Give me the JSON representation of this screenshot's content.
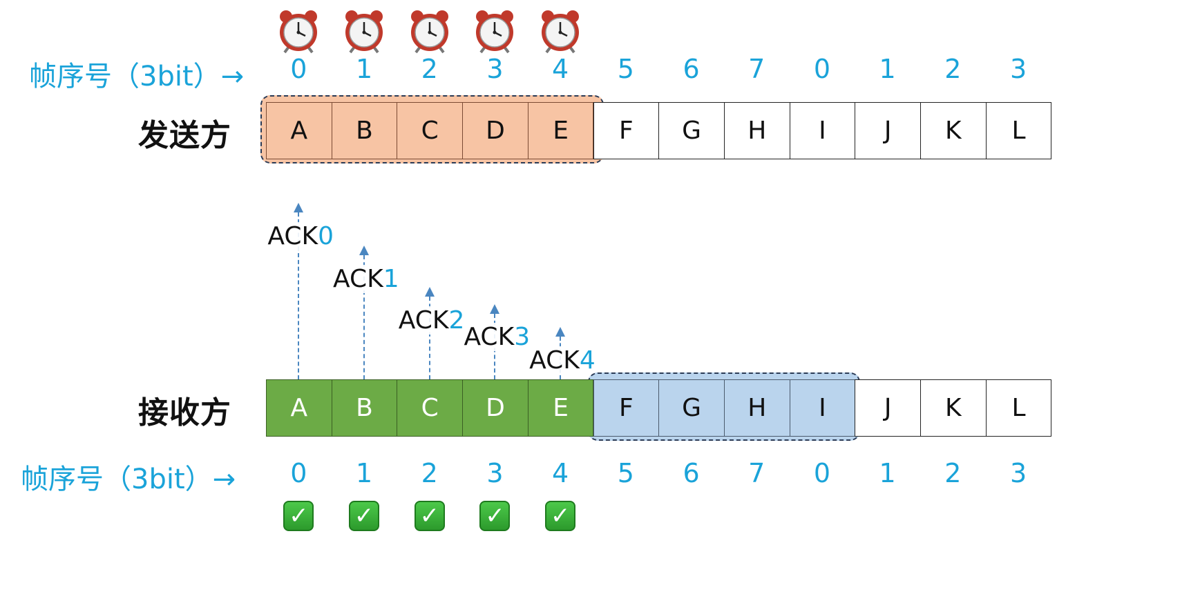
{
  "sender_label": "发送方",
  "receiver_label": "接收方",
  "seq_header": "帧序号（3bit）→",
  "seq_numbers": [
    "0",
    "1",
    "2",
    "3",
    "4",
    "5",
    "6",
    "7",
    "0",
    "1",
    "2",
    "3"
  ],
  "frames": [
    "A",
    "B",
    "C",
    "D",
    "E",
    "F",
    "G",
    "H",
    "I",
    "J",
    "K",
    "L"
  ],
  "acks": [
    {
      "prefix": "ACK",
      "num": "0"
    },
    {
      "prefix": "ACK",
      "num": "1"
    },
    {
      "prefix": "ACK",
      "num": "2"
    },
    {
      "prefix": "ACK",
      "num": "3"
    },
    {
      "prefix": "ACK",
      "num": "4"
    }
  ],
  "timer_icon": "alarm-clock-icon",
  "check_icon": "check-mark-icon",
  "colors": {
    "seq_blue": "#1aa3d9",
    "sent_fill": "#f7c4a4",
    "received_fill": "#6cab46",
    "window_fill": "#bad4ed"
  }
}
